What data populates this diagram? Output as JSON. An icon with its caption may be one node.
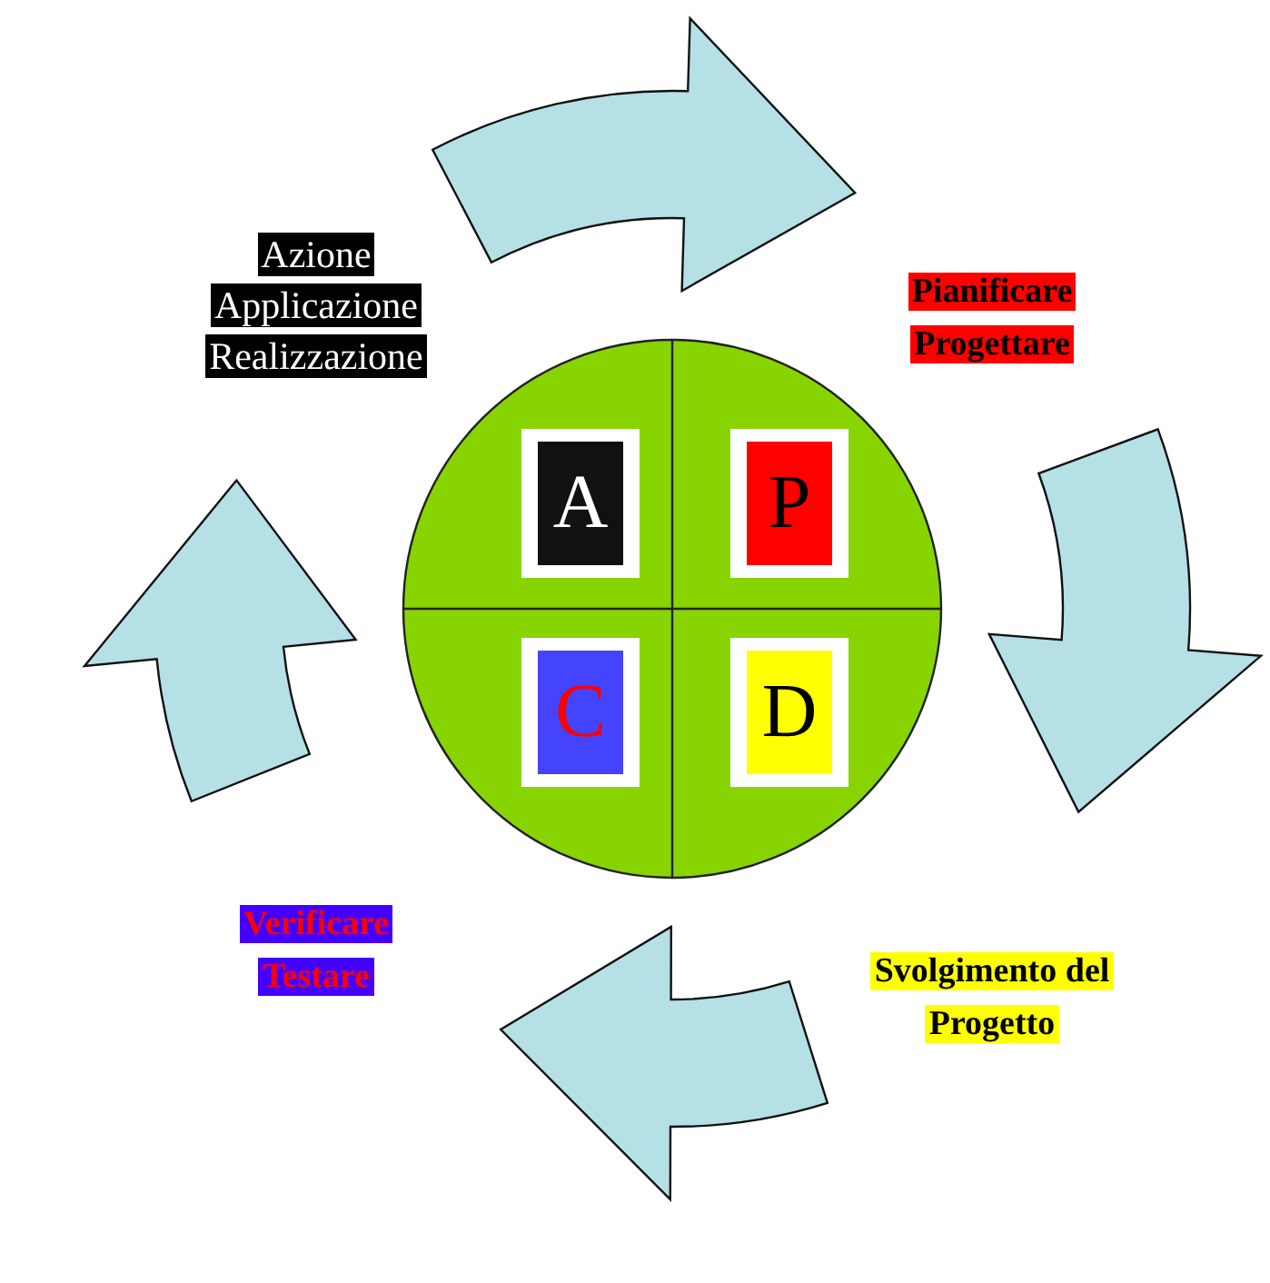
{
  "diagram": {
    "nodes": [
      {
        "text": [
          "Azione Applicazione Realizzazione"
        ]
      },
      {
        "text": [
          "Pianificare Progettare"
        ]
      },
      {
        "text": [],
        "shape": "circle"
      },
      {
        "text": [
          "A"
        ],
        "in": 2
      },
      {
        "text": [
          "P"
        ],
        "in": 2
      },
      {
        "text": [
          "C"
        ],
        "in": 2
      },
      {
        "text": [
          "D"
        ],
        "in": 2
      },
      {
        "text": [
          "Verificare Testare"
        ]
      },
      {
        "text": [
          "Svolgimento del Progetto"
        ]
      }
    ],
    "edges": [
      {
        "from": 0,
        "to": 1,
        "arrow": "to"
      },
      {
        "from": 1,
        "to": 8,
        "arrow": "to"
      },
      {
        "from": 8,
        "to": 7,
        "arrow": "to"
      },
      {
        "from": 7,
        "to": 0,
        "arrow": "to"
      }
    ]
  }
}
